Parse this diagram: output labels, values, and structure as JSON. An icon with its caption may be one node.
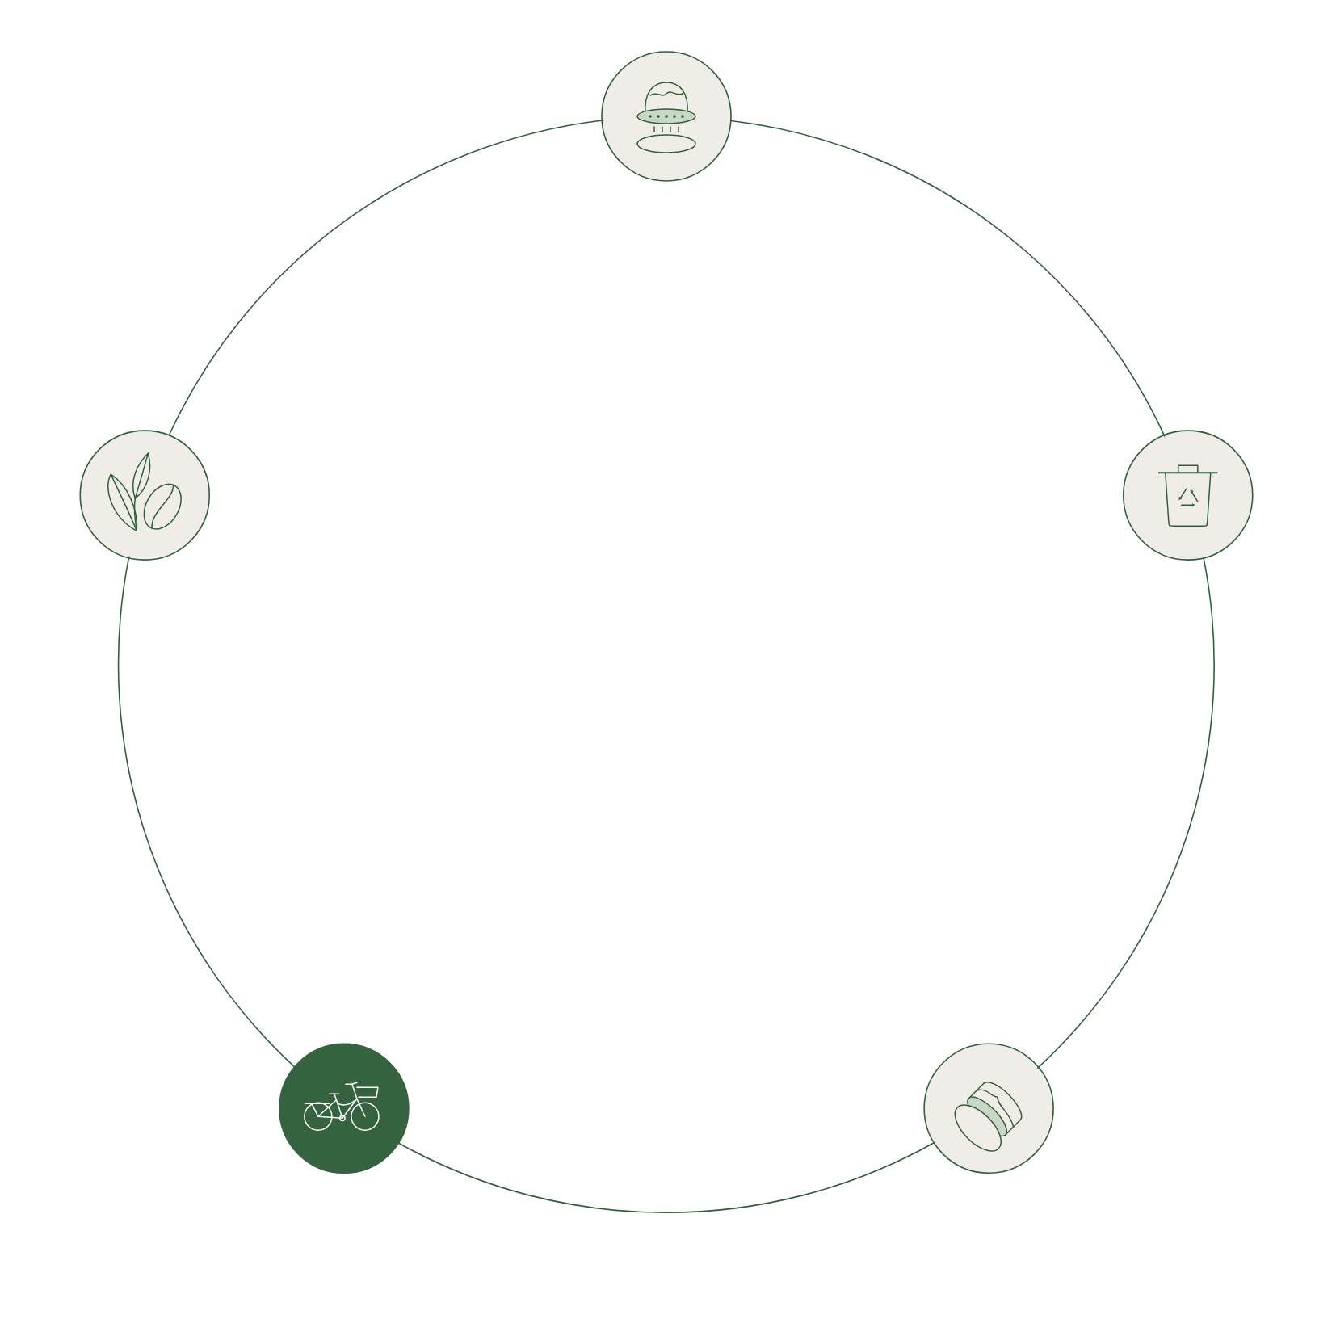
{
  "diagram": {
    "nodes": [
      {
        "text": [],
        "shape": "picture"
      },
      {
        "text": [],
        "shape": "picture"
      },
      {
        "text": [],
        "shape": "picture"
      },
      {
        "text": [],
        "shape": "picture"
      },
      {
        "text": [],
        "shape": "picture"
      }
    ],
    "edges": [
      {
        "from": 0,
        "to": 1,
        "arrow": "none"
      },
      {
        "from": 1,
        "to": 2,
        "arrow": "none"
      },
      {
        "from": 2,
        "to": 3,
        "arrow": "none"
      },
      {
        "from": 3,
        "to": 4,
        "arrow": "none"
      },
      {
        "from": 4,
        "to": 0,
        "arrow": "none"
      }
    ]
  }
}
